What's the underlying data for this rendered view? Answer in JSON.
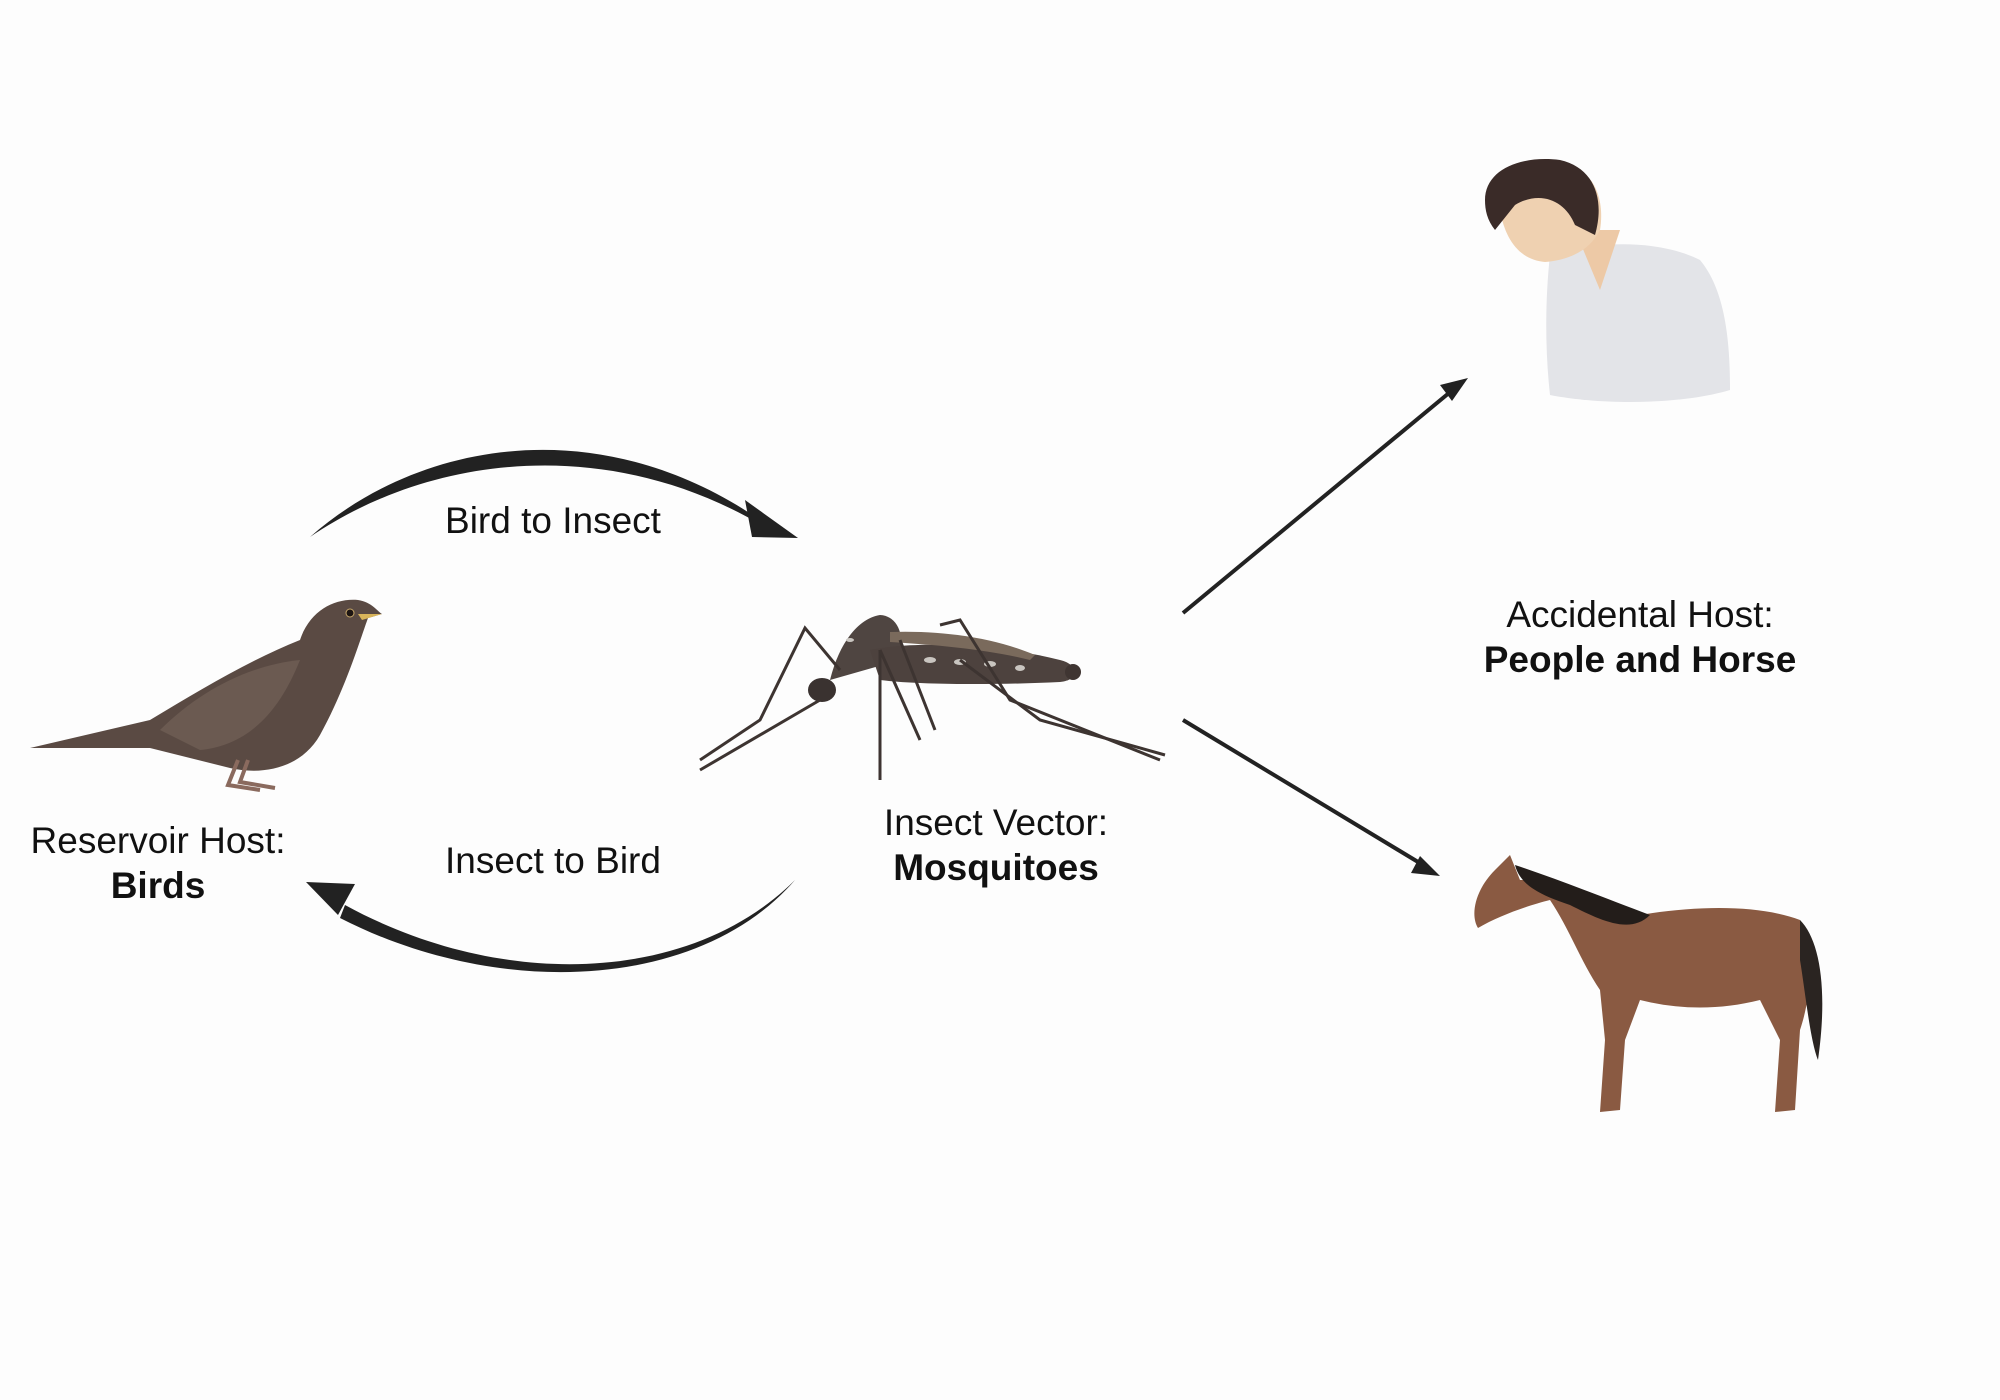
{
  "diagram": {
    "nodes": {
      "reservoir": {
        "title": "Reservoir Host:",
        "name": "Birds",
        "icon": "bird-icon"
      },
      "vector": {
        "title": "Insect Vector:",
        "name": "Mosquitoes",
        "icon": "mosquito-icon"
      },
      "accidental": {
        "title": "Accidental Host:",
        "name": "People and Horse",
        "icons": [
          "person-icon",
          "horse-icon"
        ]
      }
    },
    "edges": {
      "bird_to_insect": {
        "label": "Bird to Insect",
        "from": "reservoir",
        "to": "vector"
      },
      "insect_to_bird": {
        "label": "Insect to Bird",
        "from": "vector",
        "to": "reservoir"
      },
      "insect_to_people": {
        "label": "",
        "from": "vector",
        "to": "person"
      },
      "insect_to_horse": {
        "label": "",
        "from": "vector",
        "to": "horse"
      }
    },
    "colors": {
      "arrow": "#222222",
      "text": "#111111",
      "background": "#fdfdfd"
    }
  }
}
